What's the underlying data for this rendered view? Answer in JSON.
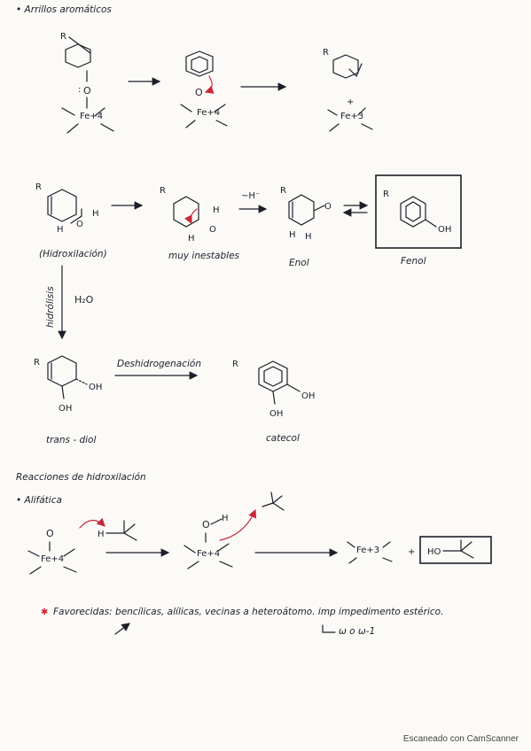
{
  "colors": {
    "ink": "#1e1e2a",
    "accent": "#c8283a",
    "paper": "#fbfaf7"
  },
  "sections": {
    "arenos_title": "• Arrillos aromáticos",
    "hidroxilacion_title": "Reacciones de hidroxilación",
    "alifatica_title": "• Alifática"
  },
  "row1": {
    "r_label": "R",
    "o_label": "O",
    "fe4_label_1": "Fe+4",
    "fe4_label_2": "Fe+4",
    "fe3_label": "Fe+3",
    "plus_sign": "+"
  },
  "row2": {
    "r_label": "R",
    "h_label": "H",
    "o_label": "O",
    "hminus_label": "~H⁻",
    "oh_label": "OH",
    "caption_epoxide": "(Hidroxilación)",
    "caption_unstable": "muy inestables",
    "caption_enol": "Enol",
    "caption_phenol": "Fenol"
  },
  "hydrolysis": {
    "vertical_label": "hidrólisis",
    "water_label": "H₂O"
  },
  "row3": {
    "r_label": "R",
    "oh_label": "OH",
    "arrow_label": "Deshidrogenación",
    "caption_diol": "trans - diol",
    "caption_catechol": "catecol"
  },
  "aliphatic": {
    "o_label": "O",
    "h_label": "H",
    "fe4_label": "Fe+4",
    "fe3_label": "Fe+3",
    "plus_sign": "+",
    "ho_label": "HO"
  },
  "note": {
    "bullet": "✱",
    "text": "Favorecidas: bencílicas, alílicas, vecinas a heteroátomo. imp impedimento estérico.",
    "sub_text": "ω o ω-1"
  },
  "footer": {
    "scanner_text": "Escaneado con CamScanner"
  }
}
